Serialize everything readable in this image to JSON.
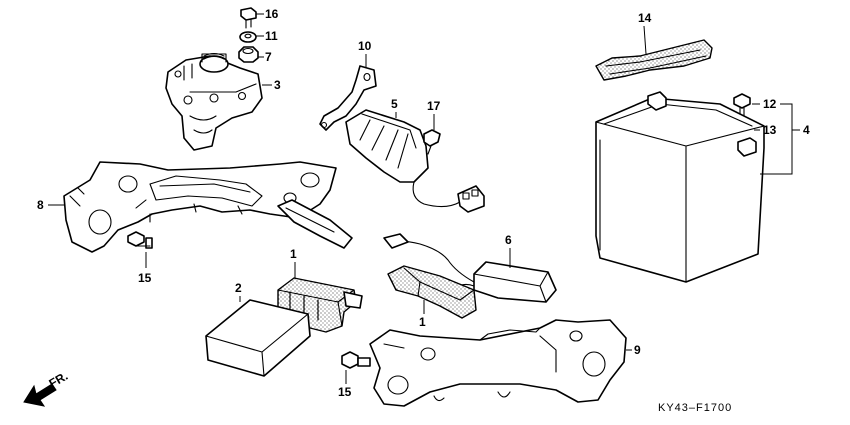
{
  "callouts": {
    "c16": "16",
    "c11": "11",
    "c7": "7",
    "c3": "3",
    "c10": "10",
    "c5": "5",
    "c17": "17",
    "c8": "8",
    "c15a": "15",
    "c1a": "1",
    "c2": "2",
    "c1b": "1",
    "c6": "6",
    "c9": "9",
    "c15b": "15",
    "c14": "14",
    "c12": "12",
    "c13": "13",
    "c4": "4"
  },
  "front_label": "FR.",
  "diagram_code": "KY43–F1700"
}
